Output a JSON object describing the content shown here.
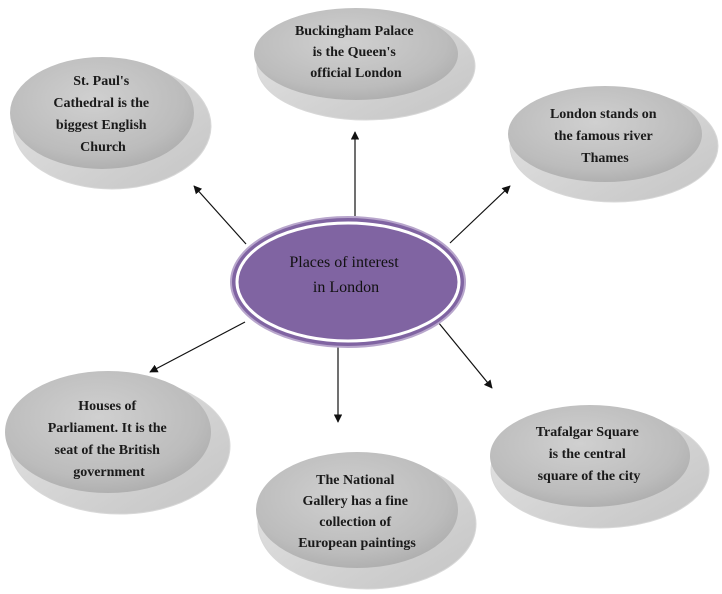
{
  "center": {
    "lines": [
      "Places of interest",
      "in London"
    ],
    "fill": "#8064a2"
  },
  "nodes": [
    {
      "id": "buckingham",
      "lines": [
        "Buckingham Palace",
        "is the Queen's",
        "official London"
      ]
    },
    {
      "id": "st-pauls",
      "lines": [
        "St. Paul's",
        "Cathedral is the",
        "biggest English",
        "Church"
      ]
    },
    {
      "id": "thames",
      "lines": [
        "London stands on",
        "the famous river",
        "Thames"
      ]
    },
    {
      "id": "parliament",
      "lines": [
        "Houses of",
        "Parliament. It is the",
        "seat of the British",
        "government"
      ]
    },
    {
      "id": "national-gallery",
      "lines": [
        "The National",
        "Gallery has a fine",
        "collection of",
        "European paintings"
      ]
    },
    {
      "id": "trafalgar",
      "lines": [
        "Trafalgar Square",
        "is the central",
        "square of the city"
      ]
    }
  ]
}
